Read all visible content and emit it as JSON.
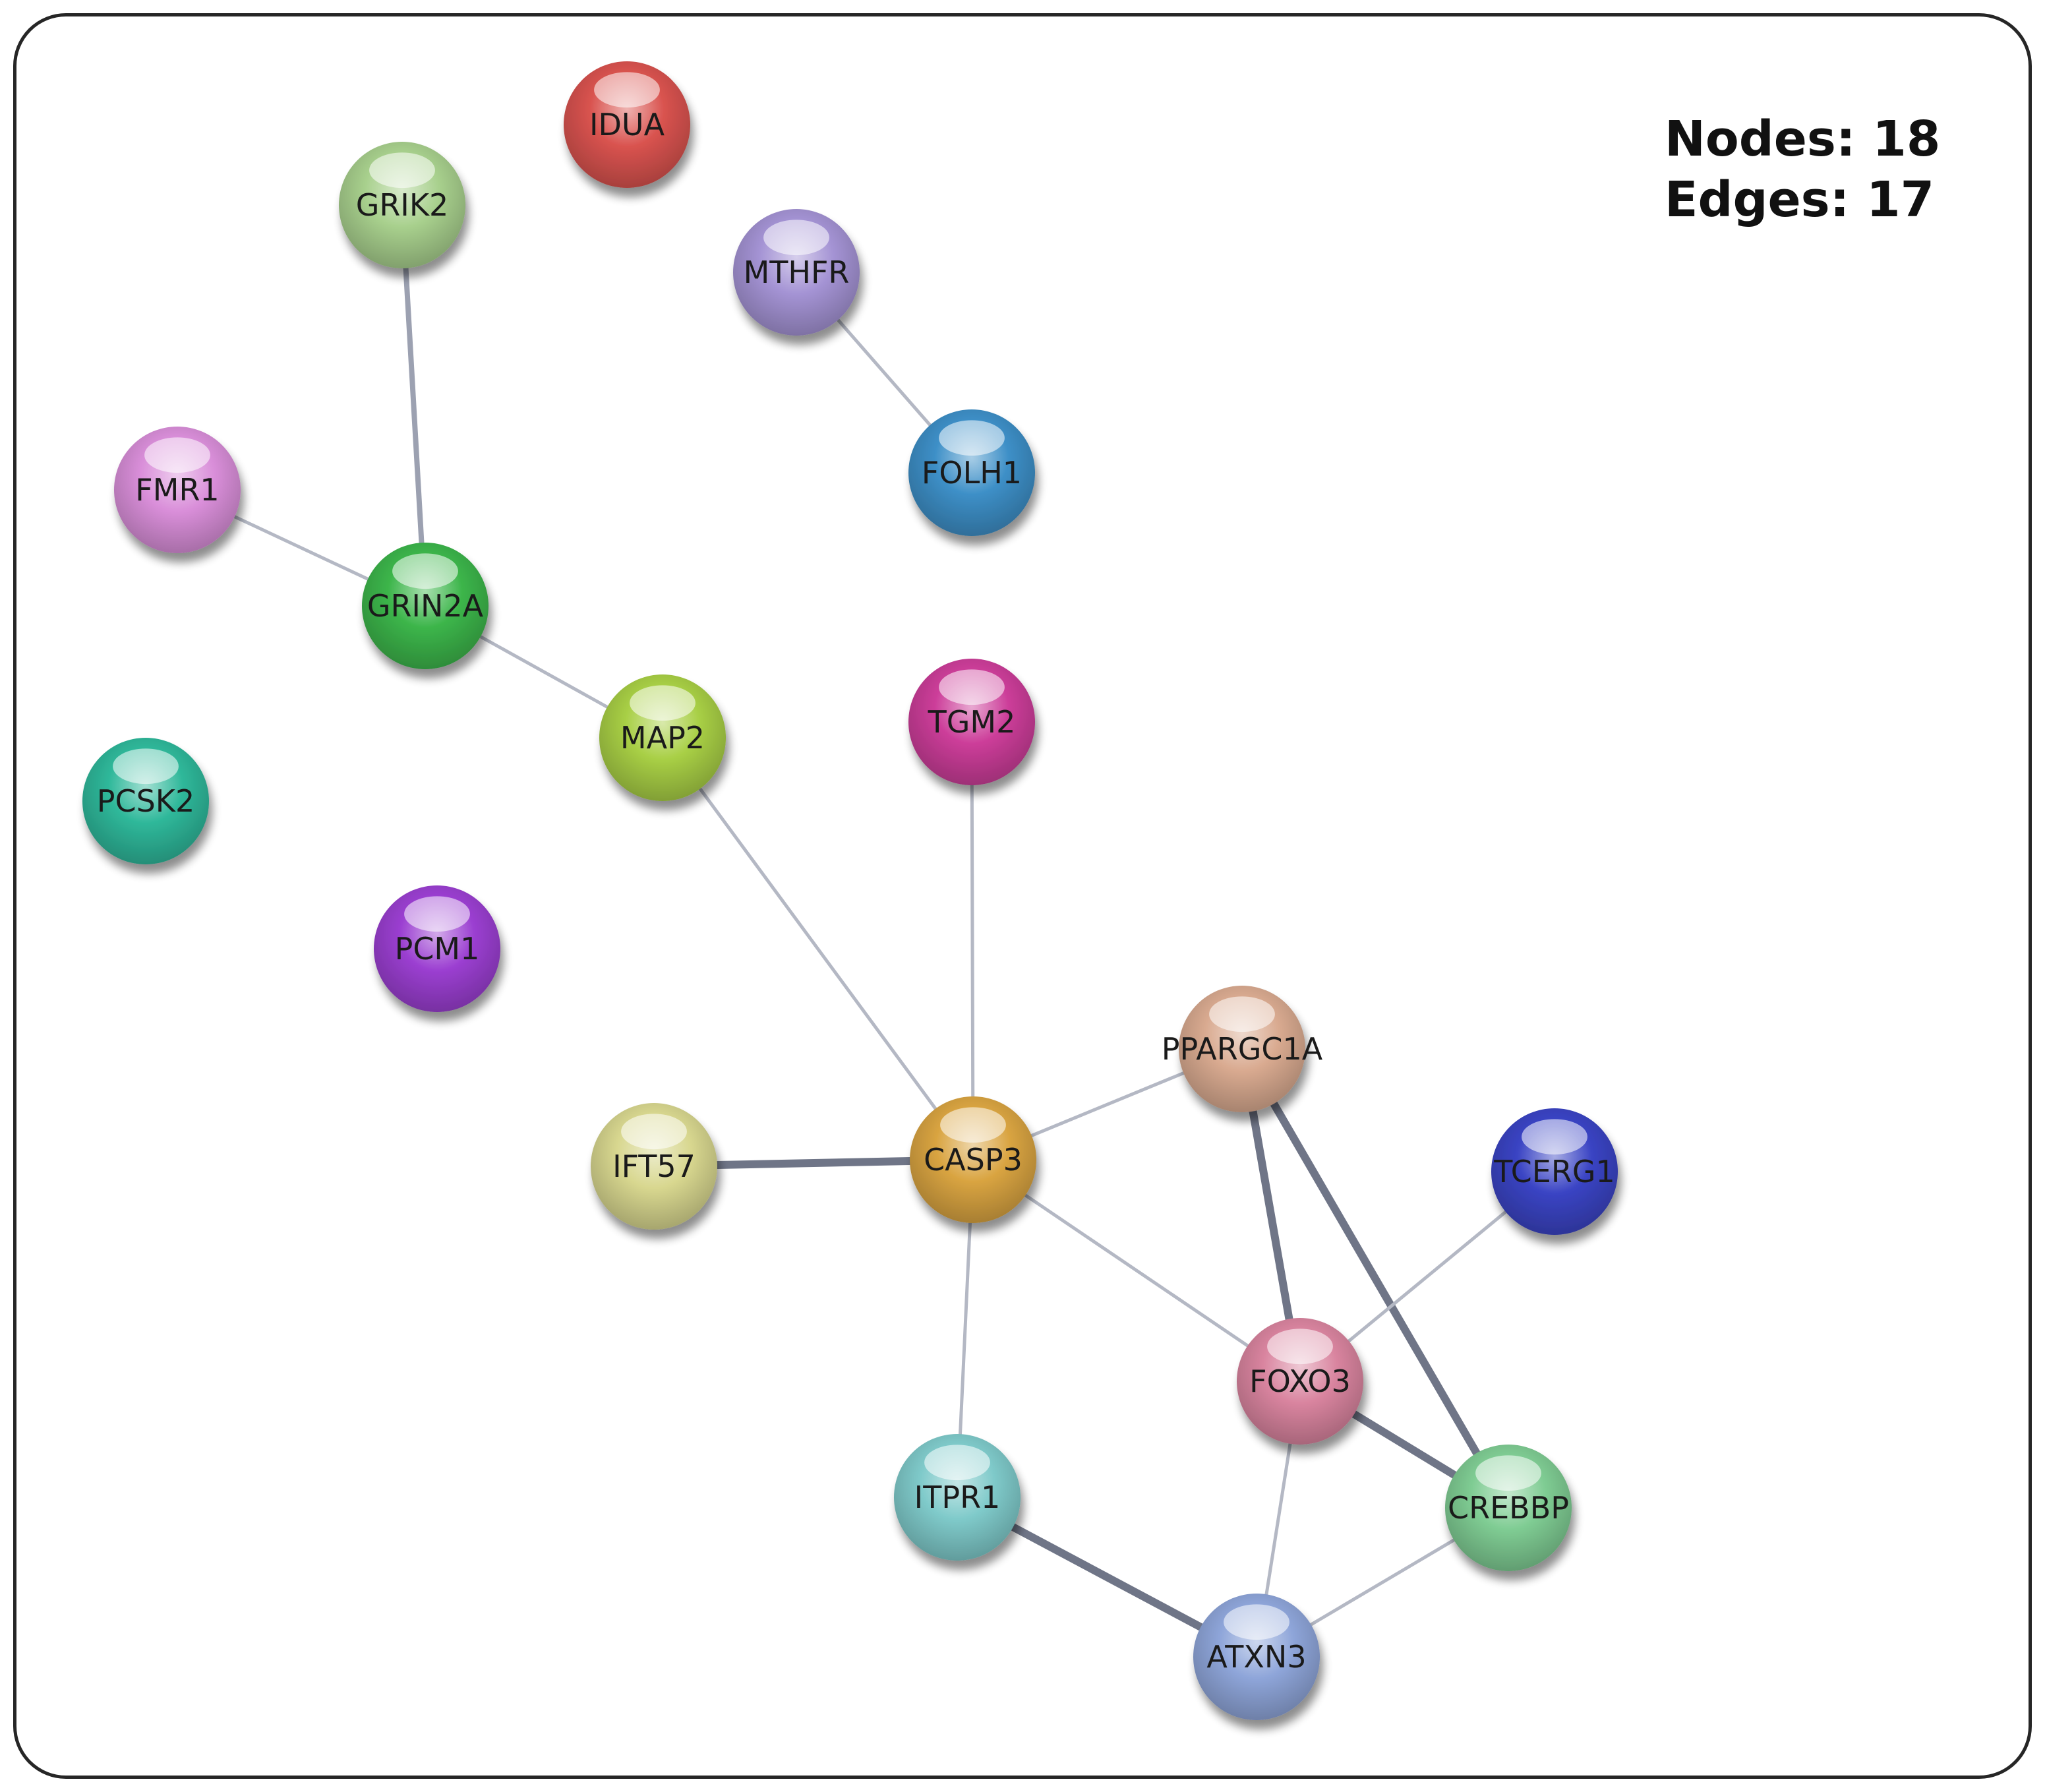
{
  "stats": {
    "nodes_label": "Nodes:",
    "nodes_value": "18",
    "edges_label": "Edges:",
    "edges_value": "17"
  },
  "nodes": [
    {
      "id": "IDUA",
      "label": "IDUA",
      "color": "#d9534f"
    },
    {
      "id": "GRIK2",
      "label": "GRIK2",
      "color": "#a8d08d"
    },
    {
      "id": "MTHFR",
      "label": "MTHFR",
      "color": "#a493d4"
    },
    {
      "id": "FOLH1",
      "label": "FOLH1",
      "color": "#3d8fc7"
    },
    {
      "id": "FMR1",
      "label": "FMR1",
      "color": "#d98ed9"
    },
    {
      "id": "GRIN2A",
      "label": "GRIN2A",
      "color": "#3cb54a"
    },
    {
      "id": "MAP2",
      "label": "MAP2",
      "color": "#a8cf45"
    },
    {
      "id": "TGM2",
      "label": "TGM2",
      "color": "#cc3d99"
    },
    {
      "id": "PCSK2",
      "label": "PCSK2",
      "color": "#2fb89a"
    },
    {
      "id": "PCM1",
      "label": "PCM1",
      "color": "#9b3fd1"
    },
    {
      "id": "PPARGC1A",
      "label": "PPARGC1A",
      "color": "#d9aa90"
    },
    {
      "id": "IFT57",
      "label": "IFT57",
      "color": "#d8d78f"
    },
    {
      "id": "CASP3",
      "label": "CASP3",
      "color": "#d9a441"
    },
    {
      "id": "TCERG1",
      "label": "TCERG1",
      "color": "#3a44c4"
    },
    {
      "id": "FOXO3",
      "label": "FOXO3",
      "color": "#d9849f"
    },
    {
      "id": "ITPR1",
      "label": "ITPR1",
      "color": "#7fcaca"
    },
    {
      "id": "CREBBP",
      "label": "CREBBP",
      "color": "#7fcc93"
    },
    {
      "id": "ATXN3",
      "label": "ATXN3",
      "color": "#8ea5d9"
    }
  ],
  "edges": [
    {
      "source": "GRIK2",
      "target": "GRIN2A",
      "weight": "medium"
    },
    {
      "source": "FMR1",
      "target": "GRIN2A",
      "weight": "thin"
    },
    {
      "source": "GRIN2A",
      "target": "MAP2",
      "weight": "thin"
    },
    {
      "source": "MTHFR",
      "target": "FOLH1",
      "weight": "thin"
    },
    {
      "source": "MAP2",
      "target": "CASP3",
      "weight": "thin"
    },
    {
      "source": "TGM2",
      "target": "CASP3",
      "weight": "thin"
    },
    {
      "source": "IFT57",
      "target": "CASP3",
      "weight": "thick"
    },
    {
      "source": "CASP3",
      "target": "PPARGC1A",
      "weight": "thin"
    },
    {
      "source": "CASP3",
      "target": "FOXO3",
      "weight": "thin"
    },
    {
      "source": "CASP3",
      "target": "ITPR1",
      "weight": "thin"
    },
    {
      "source": "PPARGC1A",
      "target": "FOXO3",
      "weight": "thick"
    },
    {
      "source": "PPARGC1A",
      "target": "CREBBP",
      "weight": "thick"
    },
    {
      "source": "TCERG1",
      "target": "FOXO3",
      "weight": "thin"
    },
    {
      "source": "FOXO3",
      "target": "CREBBP",
      "weight": "thick"
    },
    {
      "source": "FOXO3",
      "target": "ATXN3",
      "weight": "thin"
    },
    {
      "source": "ITPR1",
      "target": "ATXN3",
      "weight": "thick"
    },
    {
      "source": "CREBBP",
      "target": "ATXN3",
      "weight": "thin"
    }
  ],
  "colors": {
    "edge_thin": "#b4b8c4",
    "edge_medium": "#9ca1b1",
    "edge_thick": "#6f7587",
    "border": "#262626"
  }
}
